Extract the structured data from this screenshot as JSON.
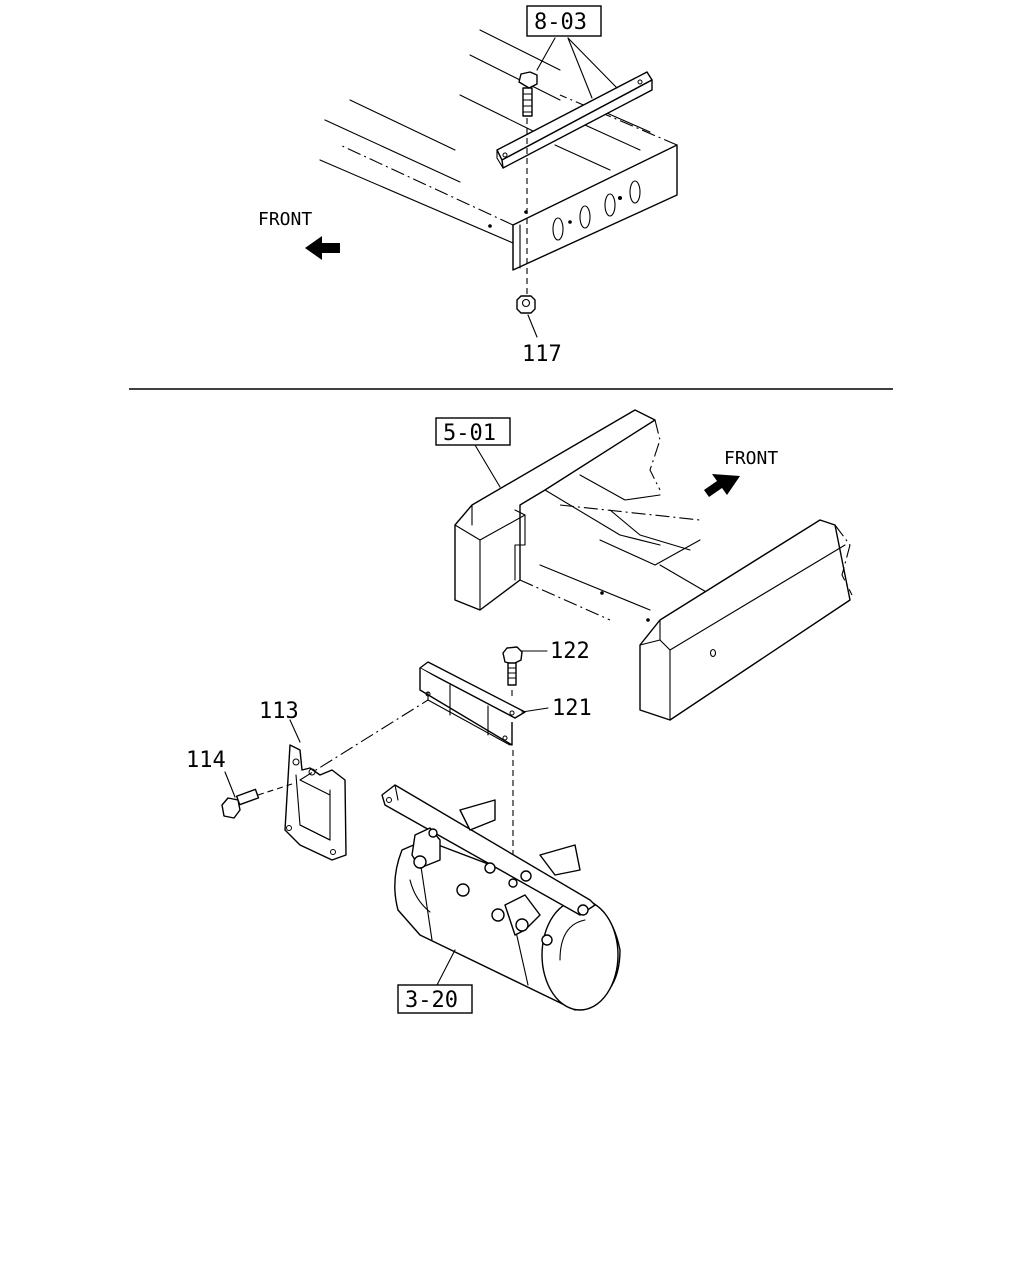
{
  "top_view": {
    "ref_label": "8-03",
    "front_label": "FRONT",
    "part_117": "117"
  },
  "bottom_view": {
    "ref_label_frame": "5-01",
    "front_label": "FRONT",
    "part_122": "122",
    "part_121": "121",
    "part_113": "113",
    "part_114": "114",
    "ref_label_tank": "3-20"
  }
}
